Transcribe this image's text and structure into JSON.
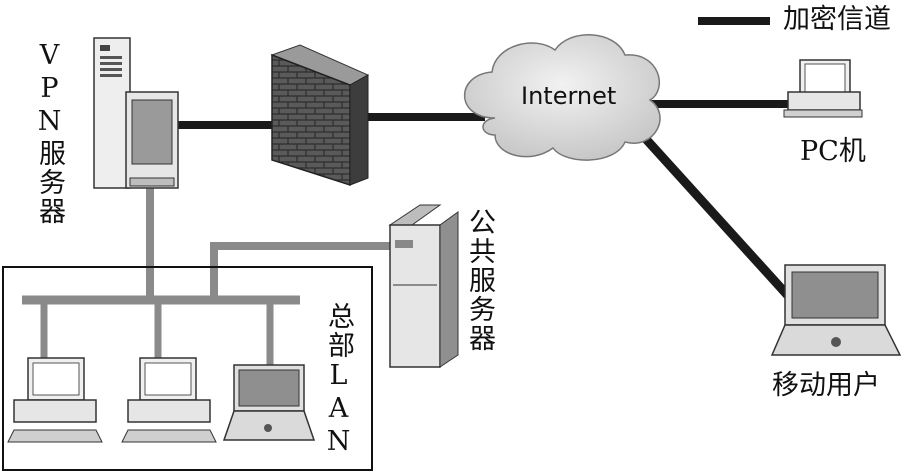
{
  "legend": {
    "label": "加密信道"
  },
  "cloud": {
    "label": "Internet"
  },
  "nodes": {
    "vpn_server": "VPN服务器",
    "public_server": "公共服务器",
    "hq_lan": "总部LAN",
    "pc": "PC机",
    "mobile_user": "移动用户"
  },
  "colors": {
    "encrypted_line": "#1a1a1a",
    "lan_line": "#8a8a8a",
    "device_body": "#e6e6e6",
    "firewall_brick": "#5a5a5a"
  }
}
